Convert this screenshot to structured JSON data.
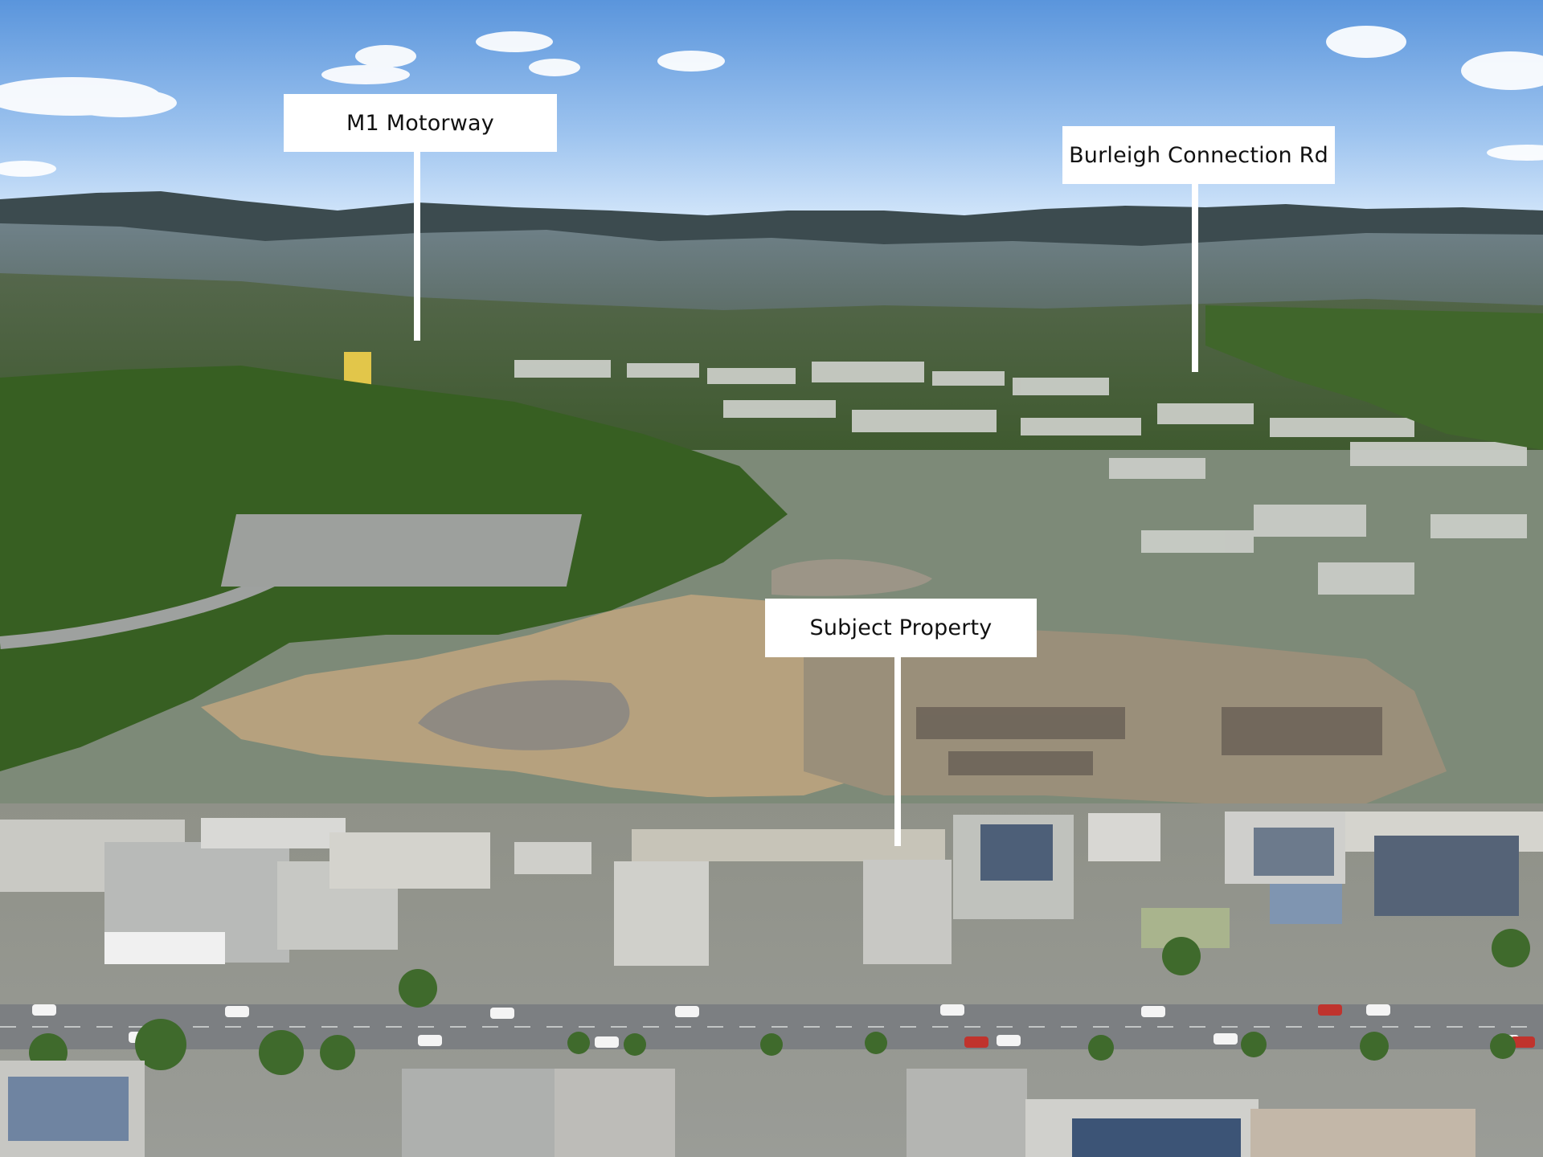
{
  "labels": {
    "m1_motorway": "M1 Motorway",
    "burleigh_connection_rd": "Burleigh Connection Rd",
    "subject_property": "Subject Property"
  },
  "colors": {
    "label_background": "#ffffff",
    "label_text": "#111111",
    "sky_top": "#5a95dc",
    "sky_bottom": "#d6e8fb",
    "mountains": "#3c4b4f",
    "vegetation": "#3b6a2a",
    "quarry_soil": "#b6a17e",
    "road": "#7c7f82",
    "roof": "#d6d7d2"
  }
}
